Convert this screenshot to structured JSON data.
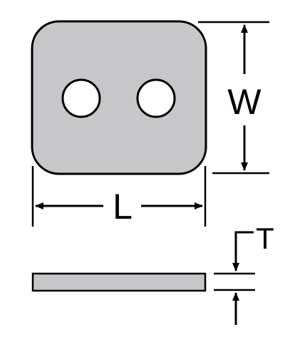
{
  "labels": {
    "length": "L",
    "width": "W",
    "thickness": "T"
  },
  "colors": {
    "part_fill": "#c7c7c9",
    "stroke": "#000000",
    "hole_fill": "#ffffff",
    "background": "#ffffff"
  }
}
